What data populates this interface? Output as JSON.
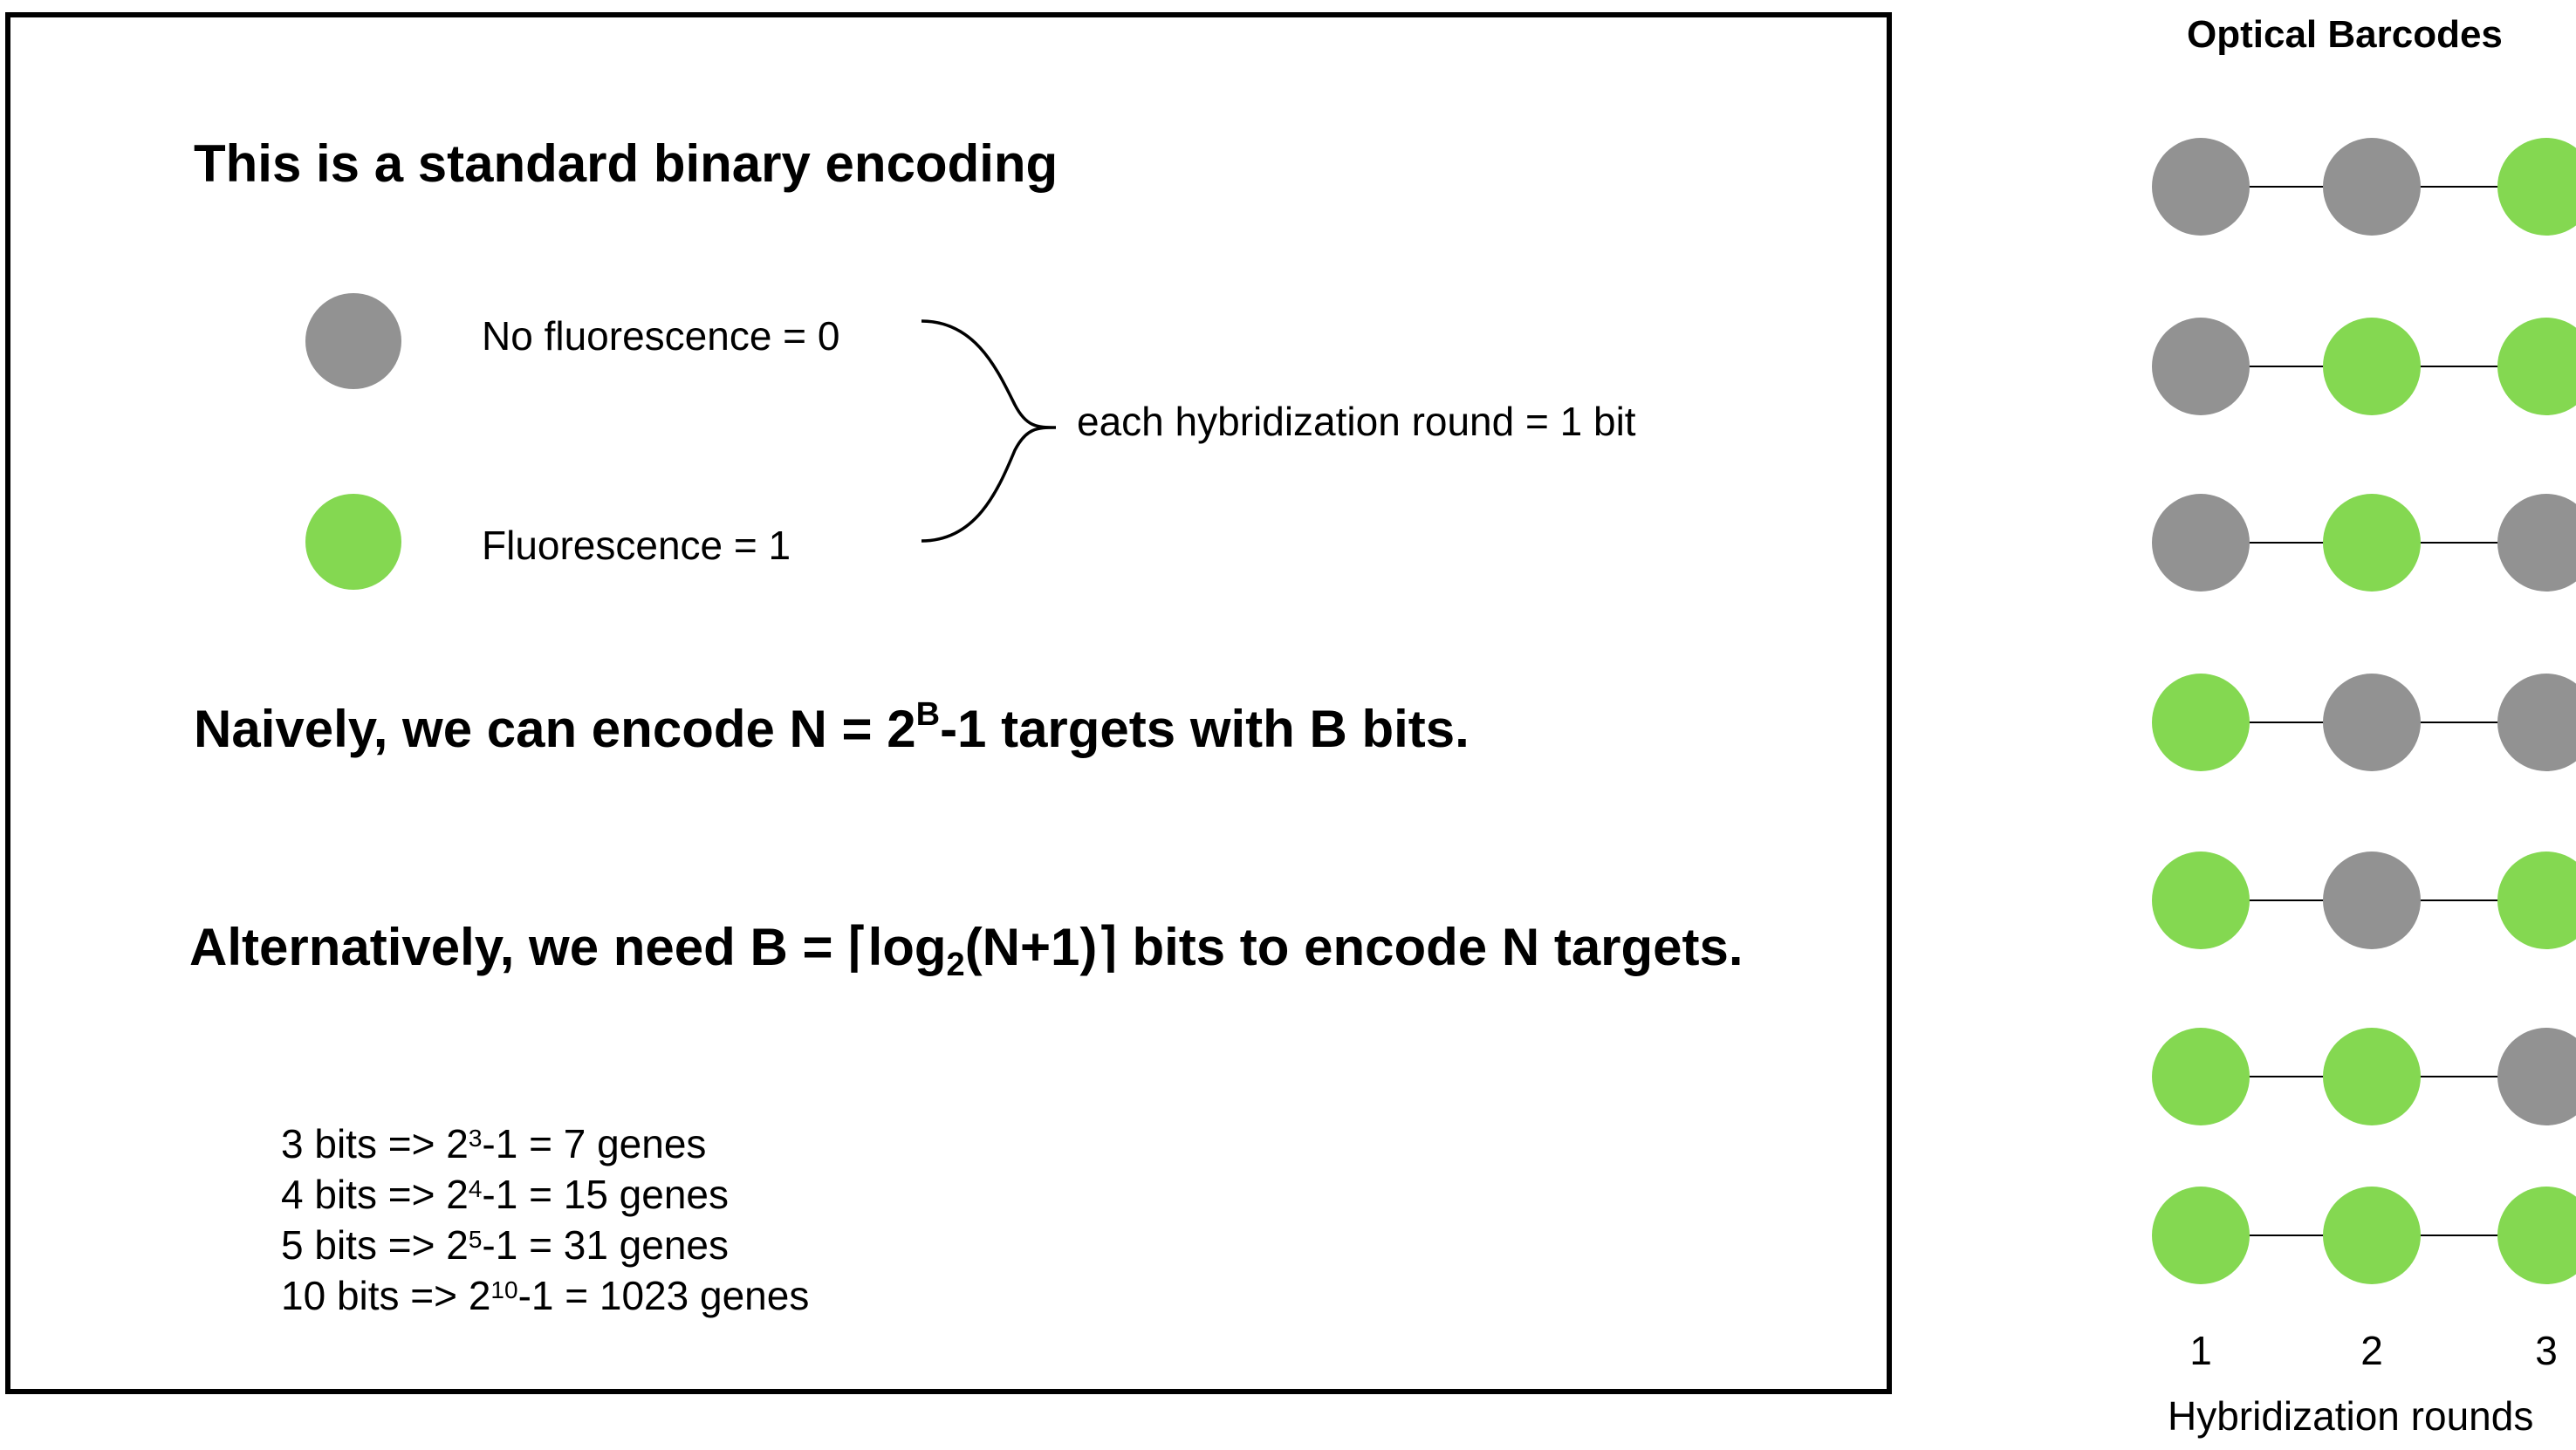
{
  "colors": {
    "off": "#929292",
    "on": "#84d851",
    "ink": "#000000",
    "background": "#ffffff"
  },
  "main": {
    "title": "This is a standard binary encoding",
    "legend": {
      "off_label": "No fluorescence = 0",
      "on_label": "Fluorescence = 1",
      "round_label": "each hybridization round = 1 bit"
    },
    "naive": {
      "prefix": "Naively, we can encode N = 2",
      "exponent": "B",
      "suffix": "-1 targets with B bits."
    },
    "alternative": {
      "prefix": "Alternatively, we need B = ⌈log",
      "subscript": "2",
      "suffix": "(N+1)⌉ bits to encode N targets."
    },
    "examples": [
      {
        "lead": "3 bits =>  2",
        "exp": "3",
        "rest": "-1 = 7 genes"
      },
      {
        "lead": "4 bits =>  2",
        "exp": "4",
        "rest": "-1 = 15 genes"
      },
      {
        "lead": "5 bits =>  2",
        "exp": "5",
        "rest": "-1 = 31 genes"
      },
      {
        "lead": "10 bits =>  2",
        "exp": "10",
        "rest": "-1 = 1023 genes"
      }
    ]
  },
  "barcodes": {
    "title": "Optical Barcodes",
    "rows": [
      [
        0,
        0,
        1
      ],
      [
        0,
        1,
        1
      ],
      [
        0,
        1,
        0
      ],
      [
        1,
        0,
        0
      ],
      [
        1,
        0,
        1
      ],
      [
        1,
        1,
        0
      ],
      [
        1,
        1,
        1
      ]
    ],
    "round_numbers": [
      "1",
      "2",
      "3"
    ],
    "axis_label": "Hybridization rounds"
  }
}
